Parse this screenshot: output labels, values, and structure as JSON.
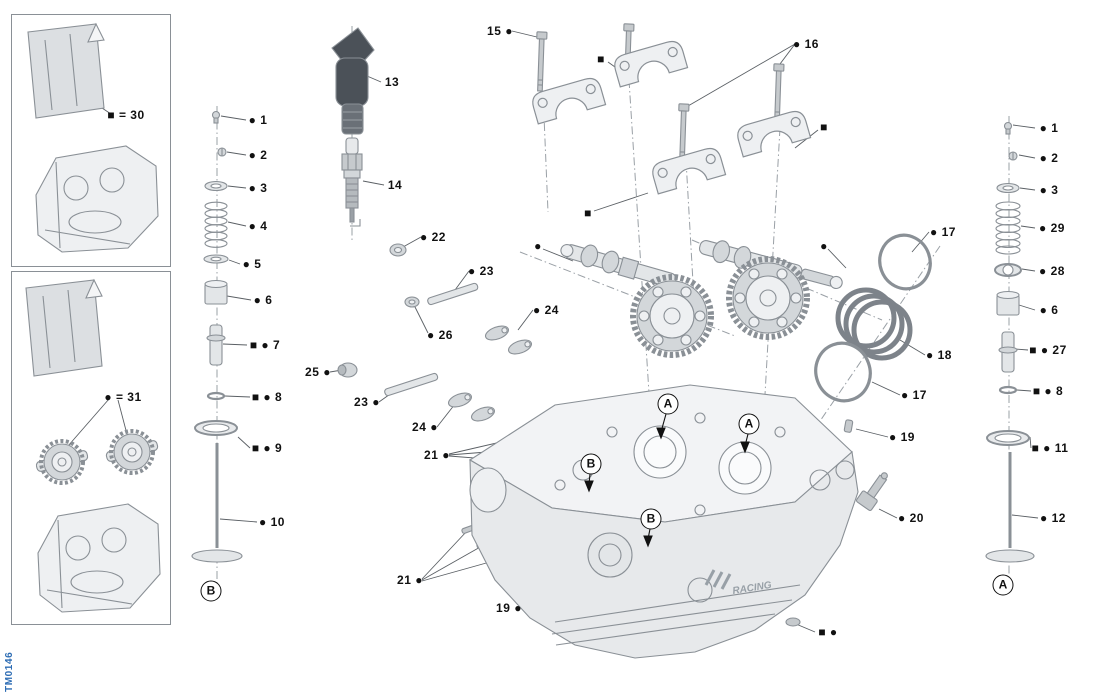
{
  "doc": {
    "code": "TM0146",
    "head_logo": "RACING"
  },
  "colors": {
    "line": "#8a9096",
    "fill_light": "#eef0f2",
    "fill_mid": "#d3d7da",
    "dark": "#4b5158",
    "accent_blue": "#2e6db4",
    "ink": "#111111"
  },
  "letters": {
    "a": "A",
    "b": "B"
  },
  "callouts": {
    "n1": "● 1",
    "n2": "● 2",
    "n3": "● 3",
    "n4": "● 4",
    "n5": "● 5",
    "n6": "● 6",
    "n7": "■ ● 7",
    "n8": "■ ● 8",
    "n9": "■ ● 9",
    "n10": "● 10",
    "n11": "■ ● 11",
    "n12": "● 12",
    "n13": "13",
    "n14": "14",
    "n15": "15 ●",
    "n16": "● 16",
    "n17": "● 17",
    "n18": "● 18",
    "n19_left": "19 ●",
    "n19_right": "● 19",
    "n20": "● 20",
    "n21": "21 ●",
    "n22": "● 22",
    "n23_right": "● 23",
    "n23_left": "23 ●",
    "n24_right": "● 24",
    "n24_left": "24 ●",
    "n25": "25 ●",
    "n26": "● 26",
    "n27": "■ ● 27",
    "n28": "● 28",
    "n29": "● 29",
    "legend30": "■ = 30",
    "legend31": "● = 31",
    "square": "■",
    "dot": "●",
    "square_dot": "■ ●"
  }
}
